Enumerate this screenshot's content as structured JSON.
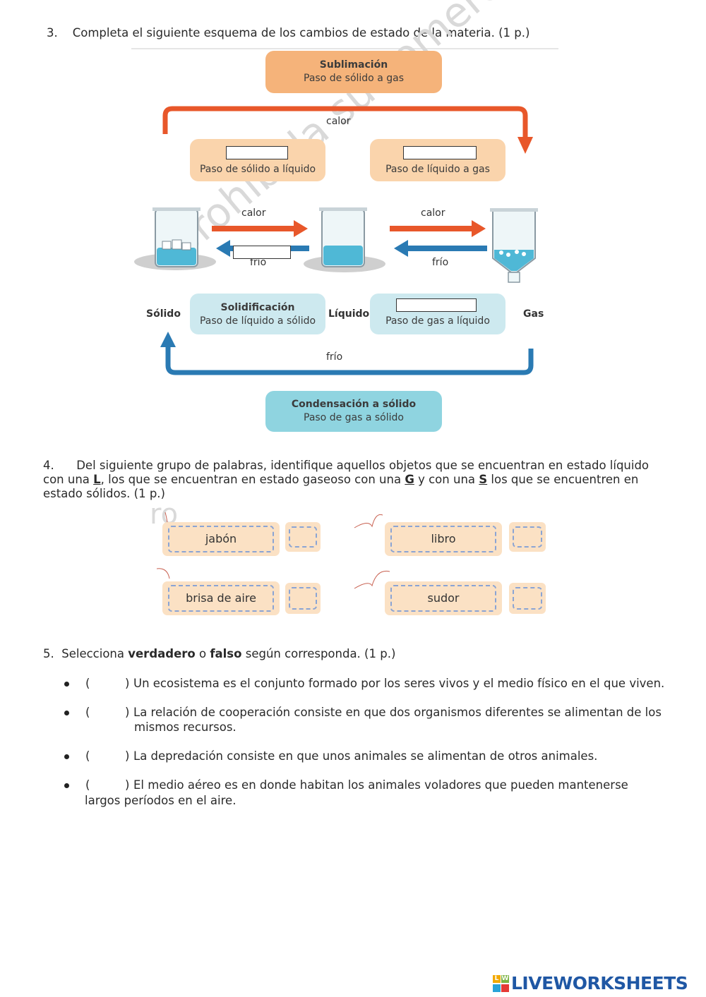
{
  "q3": {
    "text": "3.    Completa el siguiente esquema de los cambios de estado de la materia. (1 p.)",
    "diagram": {
      "sublimation_title": "Sublimación",
      "sublimation_desc": "Paso de sólido a gas",
      "top_arrow_label": "calor",
      "box_melting_desc": "Paso de sólido a líquido",
      "box_vapor_desc": "Paso de líquido a gas",
      "arrow1_top": "calor",
      "arrow1_bottom": "frío",
      "arrow2_top": "calor",
      "arrow2_bottom": "frío",
      "state_solid": "Sólido",
      "state_liquid": "Líquido",
      "state_gas": "Gas",
      "solidification_title": "Solidificación",
      "solidification_desc": "Paso de líquido a sólido",
      "condensation_desc": "Paso de gas a líquido",
      "bottom_arrow_label": "frío",
      "deposition_title": "Condensación a sólido",
      "deposition_desc": "Paso de gas a sólido",
      "watermark": "prohibida su comercialización",
      "colors": {
        "red_arrow": "#e8572a",
        "blue_arrow": "#2a7ab3"
      }
    }
  },
  "q4": {
    "line1": "4.      Del siguiente grupo de palabras, identifique aquellos objetos que se encuentran en estado líquido",
    "line2_a": "con una ",
    "line2_L": "L",
    "line2_b": ", los que se encuentran en estado gaseoso con una ",
    "line2_G": "G",
    "line2_c": " y con una ",
    "line2_S": "S",
    "line2_d": " los que se encuentren en",
    "line3": "estado sólidos. (1 p.)",
    "words": [
      "jabón",
      "libro",
      "brisa de aire",
      "sudor"
    ]
  },
  "q5": {
    "intro_a": "5.  Selecciona ",
    "intro_b": "verdadero",
    "intro_c": " o ",
    "intro_d": "falso",
    "intro_e": " según corresponda. (1 p.)",
    "items": [
      {
        "open": "(",
        "close": ")",
        "line1": "Un ecosistema es el conjunto formado por los seres vivos y el medio físico en el que viven.",
        "line2": ""
      },
      {
        "open": "(",
        "close": ")",
        "line1": "La relación de cooperación consiste en que dos organismos diferentes se alimentan de los",
        "line2": "mismos recursos."
      },
      {
        "open": "(",
        "close": ")",
        "line1": "La depredación consiste en que unos animales se alimentan de otros animales.",
        "line2": ""
      },
      {
        "open": "(",
        "close": ")",
        "line1": "El medio aéreo es en donde habitan los animales voladores que pueden mantenerse",
        "line2": "largos períodos en el aire."
      }
    ]
  },
  "branding": {
    "logo_letters": [
      "L",
      "W"
    ],
    "logo_text": "LIVEWORKSHEETS"
  }
}
